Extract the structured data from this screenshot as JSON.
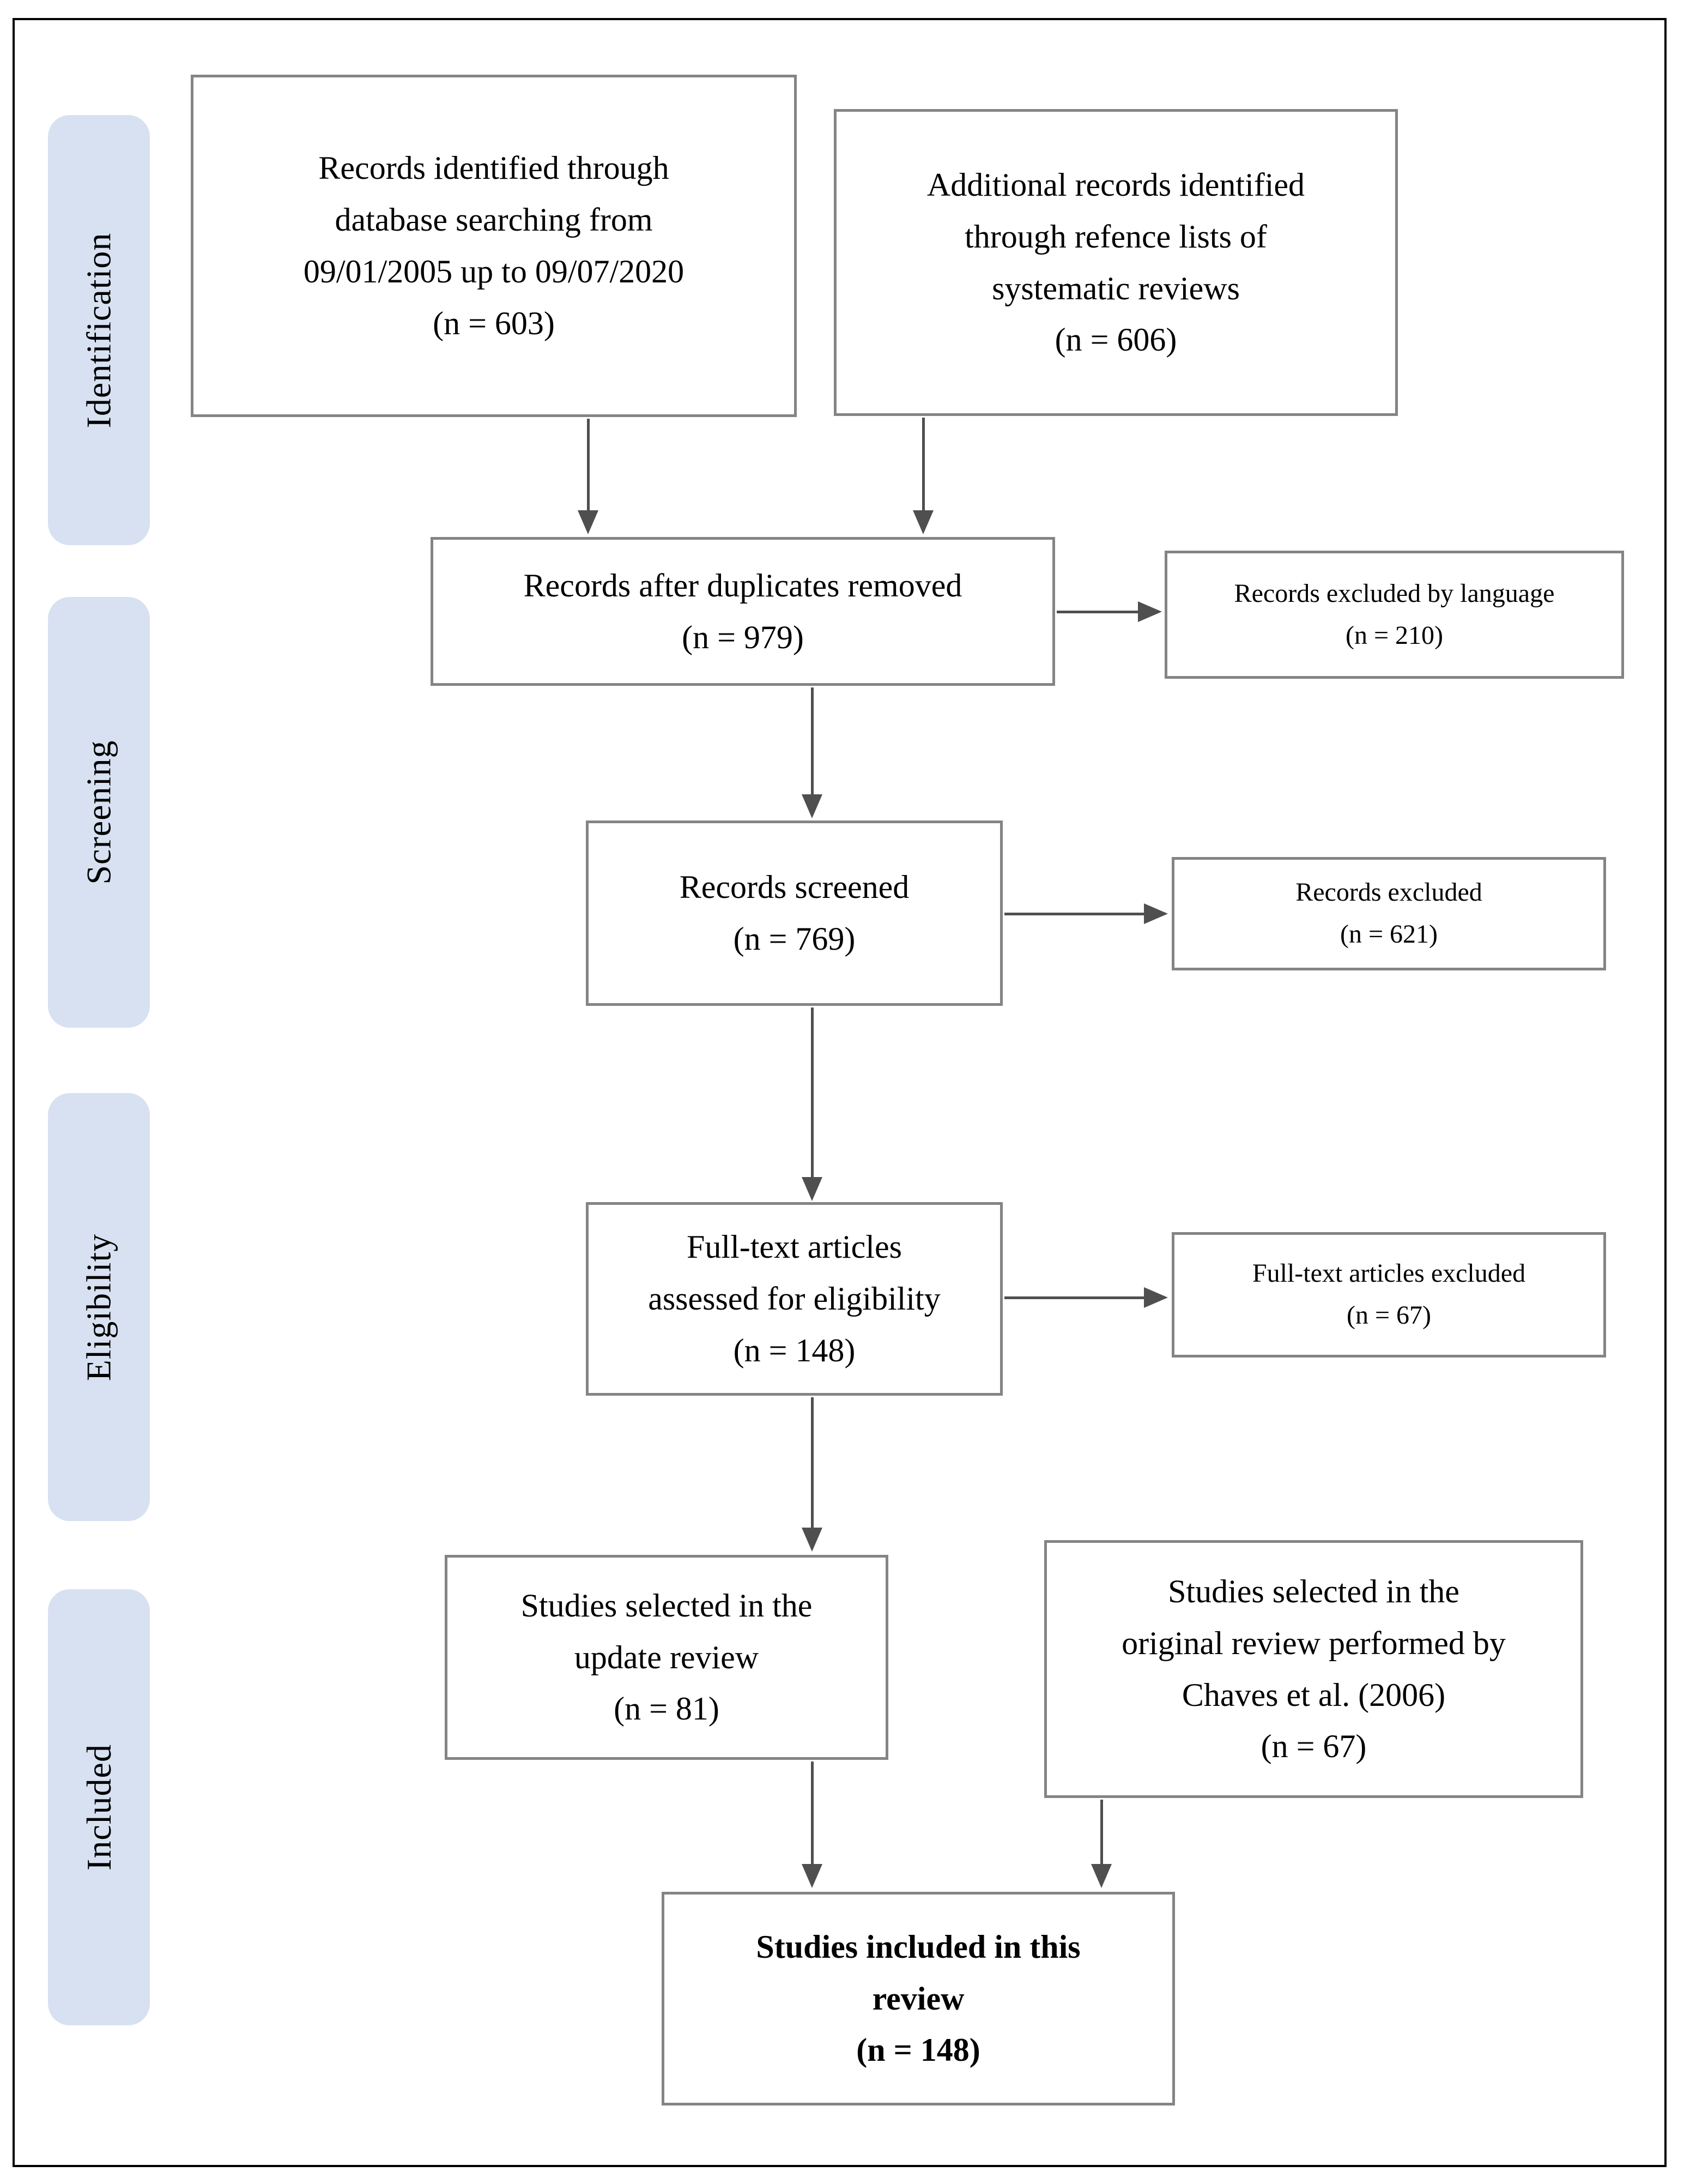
{
  "diagram": {
    "title": "PRISMA flow diagram",
    "colors": {
      "stage_fill": "#d7e1f1",
      "box_border": "#848484",
      "arrow": "#4f4f4f",
      "frame": "#000000",
      "text": "#000000"
    },
    "stages": {
      "identification": {
        "label": "Identification"
      },
      "screening": {
        "label": "Screening"
      },
      "eligibility": {
        "label": "Eligibility"
      },
      "included": {
        "label": "Included"
      }
    },
    "boxes": {
      "records_identified": {
        "n": 603,
        "lines": [
          "Records identified through",
          "database searching from",
          "09/01/2005 up to 09/07/2020",
          "(n = 603)"
        ]
      },
      "additional_records": {
        "n": 606,
        "lines": [
          "Additional records identified",
          "through refence lists of",
          "systematic reviews",
          "(n = 606)"
        ]
      },
      "after_duplicates": {
        "n": 979,
        "lines": [
          "Records after duplicates removed",
          "(n = 979)"
        ]
      },
      "excluded_language": {
        "n": 210,
        "lines": [
          "Records excluded by language",
          "(n = 210)"
        ]
      },
      "records_screened": {
        "n": 769,
        "lines": [
          "Records screened",
          "(n = 769)"
        ]
      },
      "records_excluded": {
        "n": 621,
        "lines": [
          "Records excluded",
          "(n = 621)"
        ]
      },
      "fulltext_assessed": {
        "n": 148,
        "lines": [
          "Full-text articles",
          "assessed for eligibility",
          "(n = 148)"
        ]
      },
      "fulltext_excluded": {
        "n": 67,
        "lines": [
          "Full-text articles excluded",
          "(n = 67)"
        ]
      },
      "update_review": {
        "n": 81,
        "lines": [
          "Studies selected in the",
          "update review",
          "(n = 81)"
        ]
      },
      "original_review": {
        "n": 67,
        "lines": [
          "Studies selected in the",
          "original review performed by",
          "Chaves et al. (2006)",
          "(n = 67)"
        ]
      },
      "included_review": {
        "n": 148,
        "lines": [
          "Studies included in this",
          "review",
          "(n = 148)"
        ]
      }
    }
  }
}
